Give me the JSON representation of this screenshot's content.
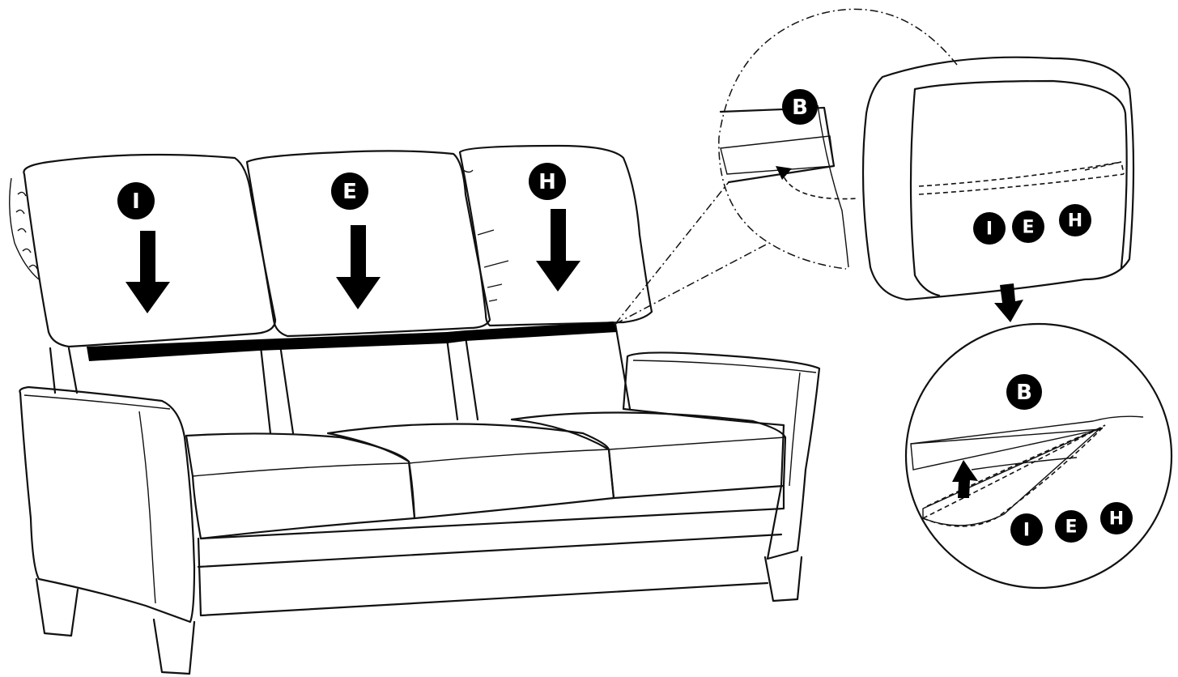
{
  "badges": {
    "left_cushion": "I",
    "middle_cushion": "E",
    "right_cushion": "H",
    "fastener_top": "B",
    "fastener_bottom": "B",
    "detail_top": [
      "I",
      "E",
      "H"
    ],
    "detail_bottom": [
      "I",
      "E",
      "H"
    ]
  },
  "colors": {
    "ink": "#111111",
    "fill": "#000000",
    "background": "#ffffff"
  }
}
